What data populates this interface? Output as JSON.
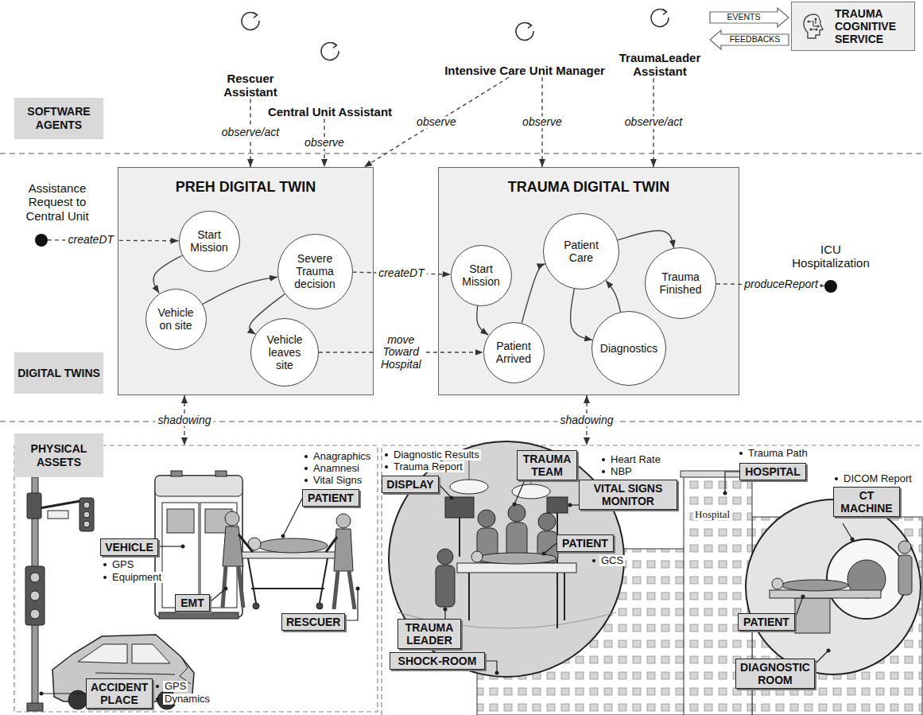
{
  "diagram": {
    "nodes": [
      {
        "text": [
          "SOFTWARE AGENTS"
        ]
      },
      {
        "text": [
          "Rescuer Assistant"
        ],
        "in": 0
      },
      {
        "text": [
          "Central Unit Assistant"
        ],
        "in": 0
      },
      {
        "text": [
          "Intensive Care Unit Manager"
        ],
        "in": 0
      },
      {
        "text": [
          "TraumaLeader Assistant"
        ],
        "in": 0
      },
      {
        "text": [
          "TRAUMA COGNITIVE SERVICE"
        ],
        "in": 0
      },
      {
        "text": [
          "DIGITAL TWINS"
        ]
      },
      {
        "text": [
          "Assistance Request to Central Unit"
        ],
        "in": 6
      },
      {
        "text": [
          "PREH DIGITAL TWIN"
        ],
        "in": 6
      },
      {
        "text": [
          "Start Mission"
        ],
        "in": 8
      },
      {
        "text": [
          "Vehicle on site"
        ],
        "in": 8
      },
      {
        "text": [
          "Severe Trauma decision"
        ],
        "in": 8
      },
      {
        "text": [
          "Vehicle leaves site"
        ],
        "in": 8
      },
      {
        "text": [
          "TRAUMA DIGITAL TWIN"
        ],
        "in": 6
      },
      {
        "text": [
          "Start Mission"
        ],
        "in": 13
      },
      {
        "text": [
          "Patient Arrived"
        ],
        "in": 13
      },
      {
        "text": [
          "Patient Care"
        ],
        "in": 13
      },
      {
        "text": [
          "Diagnostics"
        ],
        "in": 13
      },
      {
        "text": [
          "Trauma Finished"
        ],
        "in": 13
      },
      {
        "text": [
          "ICU Hospitalization"
        ],
        "in": 6
      },
      {
        "text": [
          "PHYSICAL ASSETS"
        ]
      },
      {
        "text": [
          "PATIENT"
        ],
        "in": 20
      },
      {
        "text": [
          "VEHICLE"
        ],
        "in": 20
      },
      {
        "text": [
          "EMT"
        ],
        "in": 20
      },
      {
        "text": [
          "RESCUER"
        ],
        "in": 20
      },
      {
        "text": [
          "ACCIDENT PLACE"
        ],
        "in": 20
      },
      {
        "text": [
          "DISPLAY"
        ],
        "in": 20
      },
      {
        "text": [
          "TRAUMA TEAM"
        ],
        "in": 20
      },
      {
        "text": [
          "VITAL SIGNS MONITOR"
        ],
        "in": 20
      },
      {
        "text": [
          "HOSPITAL"
        ],
        "in": 20
      },
      {
        "text": [
          "CT MACHINE"
        ],
        "in": 20
      },
      {
        "text": [
          "PATIENT"
        ],
        "in": 20
      },
      {
        "text": [
          "TRAUMA LEADER"
        ],
        "in": 20
      },
      {
        "text": [
          "SHOCK-ROOM"
        ],
        "in": 20
      },
      {
        "text": [
          "PATIENT"
        ],
        "in": 20
      },
      {
        "text": [
          "DIAGNOSTIC ROOM"
        ],
        "in": 20
      }
    ],
    "edges": [
      {
        "from": 7,
        "to": 9,
        "label": "createDT",
        "arrow": "to"
      },
      {
        "from": 9,
        "to": 10,
        "arrow": "to"
      },
      {
        "from": 10,
        "to": 11,
        "arrow": "to"
      },
      {
        "from": 11,
        "to": 12,
        "arrow": "to"
      },
      {
        "from": 11,
        "to": 14,
        "label": "createDT",
        "arrow": "to"
      },
      {
        "from": 12,
        "to": 15,
        "label": "move Toward Hospital",
        "arrow": "to"
      },
      {
        "from": 14,
        "to": 15,
        "arrow": "to"
      },
      {
        "from": 15,
        "to": 16,
        "arrow": "to"
      },
      {
        "from": 16,
        "to": 17,
        "arrow": "to"
      },
      {
        "from": 17,
        "to": 16,
        "arrow": "to"
      },
      {
        "from": 16,
        "to": 18,
        "arrow": "to"
      },
      {
        "from": 18,
        "to": 19,
        "label": "produceReport",
        "arrow": "to"
      },
      {
        "from": 1,
        "to": 8,
        "label": "observe/act",
        "arrow": "to"
      },
      {
        "from": 2,
        "to": 8,
        "label": "observe",
        "arrow": "to"
      },
      {
        "from": 3,
        "to": 8,
        "label": "observe",
        "arrow": "to"
      },
      {
        "from": 3,
        "to": 13,
        "label": "observe",
        "arrow": "to"
      },
      {
        "from": 4,
        "to": 13,
        "label": "observe/act",
        "arrow": "to"
      },
      {
        "from": 4,
        "to": 5,
        "label": "EVENTS",
        "arrow": "to"
      },
      {
        "from": 5,
        "to": 4,
        "label": "FEEDBACKS",
        "arrow": "to"
      },
      {
        "from": 8,
        "to": 20,
        "label": "shadowing",
        "arrow": "both"
      },
      {
        "from": 13,
        "to": 20,
        "label": "shadowing",
        "arrow": "both"
      }
    ],
    "labels": [
      "Anagraphics",
      "Anamnesi",
      "Vital Signs",
      "GPS",
      "Equipment",
      "GPS",
      "Dynamics",
      "Diagnostic Results",
      "Trauma Report",
      "Heart Rate",
      "NBP",
      "GCS",
      "Trauma Path",
      "Hospital",
      "DICOM Report"
    ]
  }
}
